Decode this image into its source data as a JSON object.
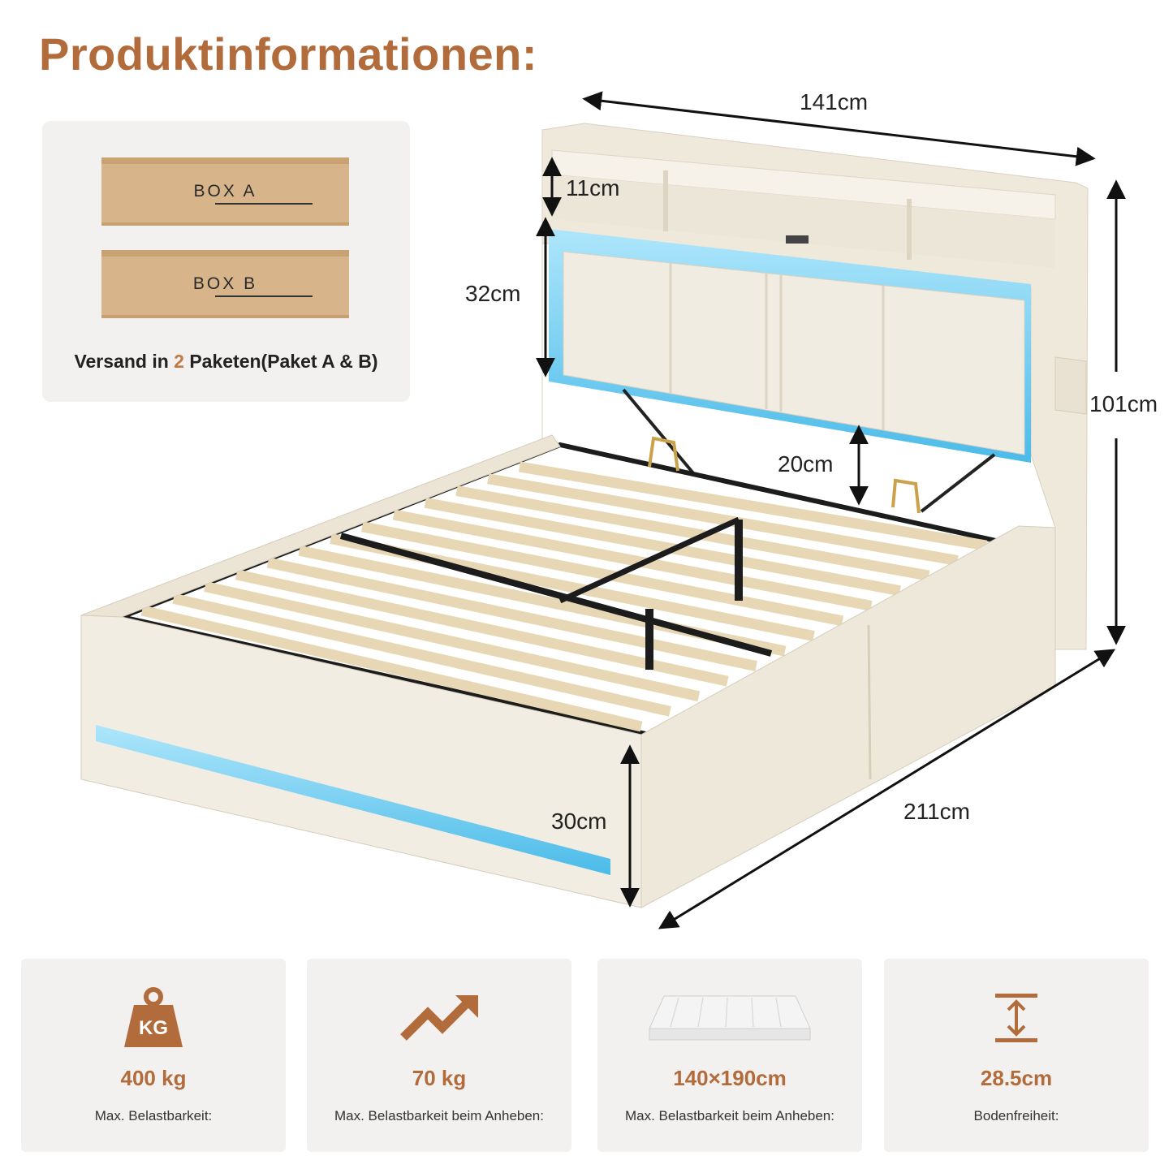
{
  "title": "Produktinformationen:",
  "packages": {
    "box_a_label": "BOX A",
    "box_b_label": "BOX B",
    "shipping_prefix": "Versand in ",
    "shipping_count": "2",
    "shipping_suffix": " Paketen(Paket A & B)"
  },
  "dimensions": {
    "width": "141cm",
    "shelf_height": "11cm",
    "headboard_height": "32cm",
    "total_height": "101cm",
    "lift_gap": "20cm",
    "length": "211cm",
    "frame_height": "30cm"
  },
  "specs": [
    {
      "value": "400 kg",
      "caption": "Max. Belastbarkeit:",
      "icon": "weight-kg-icon"
    },
    {
      "value": "70 kg",
      "caption": "Max. Belastbarkeit beim Anheben:",
      "icon": "trend-up-arrow-icon"
    },
    {
      "value": "140×190cm",
      "caption": "Max. Belastbarkeit beim Anheben:",
      "icon": "mattress-icon"
    },
    {
      "value": "28.5cm",
      "caption": "Bodenfreiheit:",
      "icon": "vertical-measure-icon"
    }
  ],
  "colors": {
    "accent": "#b26c3c",
    "panel_bg": "#f3f1ef",
    "fabric": "#f1ece1",
    "led": "#5ec8f2",
    "slat": "#e7d7b5",
    "frame_metal": "#1c1c1c"
  }
}
